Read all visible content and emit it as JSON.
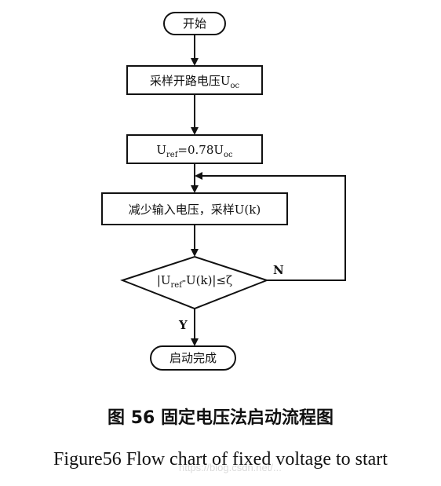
{
  "flowchart": {
    "start": "开始",
    "sample_voc": "采样开路电压U",
    "sample_voc_sub": "oc",
    "uref_main": "U",
    "uref_sub": "ref",
    "uref_rhs": "=0.78U",
    "uref_rhs_sub": "oc",
    "reduce": "减少输入电压，采样U(k)",
    "cond_pre": "|U",
    "cond_sub": "ref",
    "cond_post": "-U(k)|≤ζ",
    "no_label": "N",
    "yes_label": "Y",
    "end": "启动完成"
  },
  "caption": {
    "chinese": "图 56  固定电压法启动流程图",
    "english": "Figure56 Flow chart of fixed voltage to start"
  },
  "watermark": "https://blog.csdn.net/..."
}
